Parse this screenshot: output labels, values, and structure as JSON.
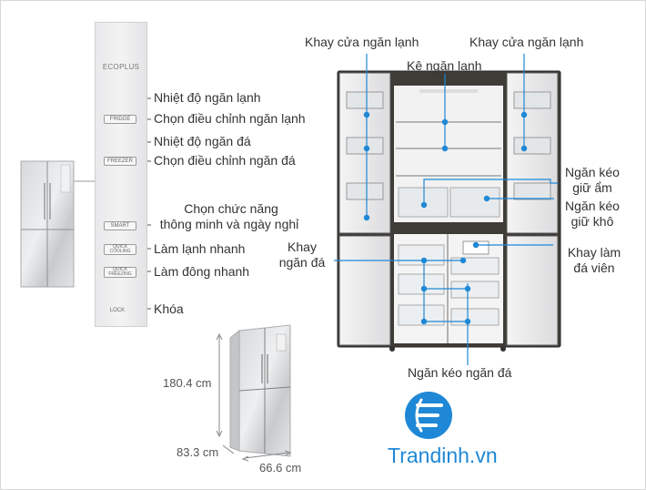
{
  "panel": {
    "logo": "ECOPLUS",
    "btn_fridge": "FRIDGE",
    "btn_freezer": "FREEZER",
    "btn_smart": "SMART",
    "btn_quick_cooling": "QUICK COOLING",
    "btn_quick_freezing": "QUICK FREEZING",
    "btn_lock": "LOCK"
  },
  "panel_labels": {
    "fridge_temp": "Nhiệt độ ngăn lạnh",
    "fridge_select": "Chọn điều chỉnh ngăn lạnh",
    "freezer_temp": "Nhiệt độ ngăn đá",
    "freezer_select": "Chọn điều chỉnh ngăn đá",
    "smart_line1": "Chọn chức năng",
    "smart_line2": "thông minh và ngày nghỉ",
    "quick_cool": "Làm lạnh nhanh",
    "quick_freeze": "Làm đông nhanh",
    "lock": "Khóa"
  },
  "interior_labels": {
    "door_tray_left": "Khay cửa ngăn lạnh",
    "door_tray_right": "Khay cửa ngăn lạnh",
    "fridge_shelf": "Kệ ngăn lạnh",
    "humidity_drawer_line1": "Ngăn kéo",
    "humidity_drawer_line2": "giữ ẩm",
    "dry_drawer_line1": "Ngăn kéo",
    "dry_drawer_line2": "giữ khô",
    "freezer_tray_line1": "Khay",
    "freezer_tray_line2": "ngăn đá",
    "ice_tray_line1": "Khay làm",
    "ice_tray_line2": "đá viên",
    "freezer_drawer": "Ngăn kéo ngăn đá"
  },
  "dimensions": {
    "height": "180.4 cm",
    "depth": "83.3 cm",
    "width": "66.6 cm"
  },
  "brand": {
    "name": "Trandinh.vn",
    "color": "#1e88d6"
  },
  "colors": {
    "accent": "#1e88d6",
    "frame": "#4a4a4a"
  }
}
